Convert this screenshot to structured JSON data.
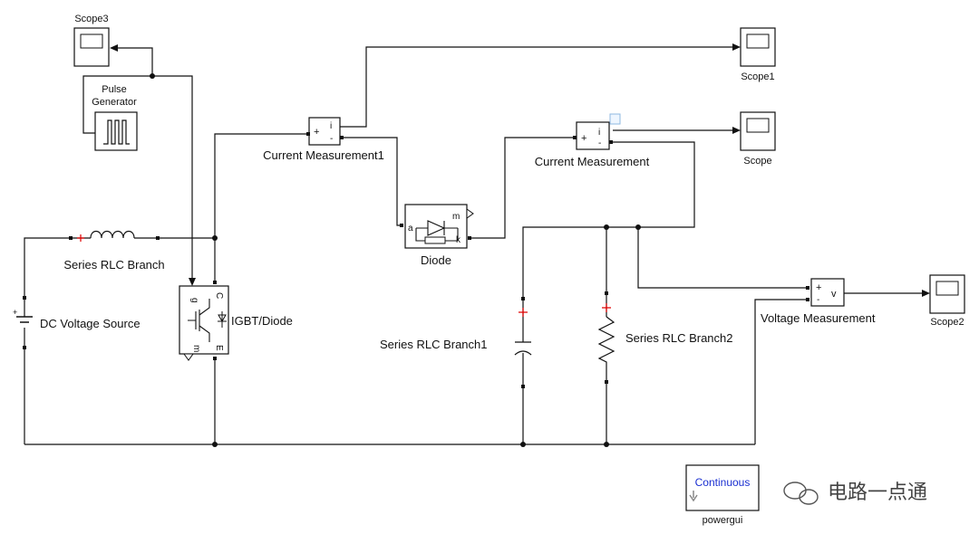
{
  "blocks": {
    "scope3": "Scope3",
    "pulse_generator": [
      "Pulse",
      "Generator"
    ],
    "scope1": "Scope1",
    "scope": "Scope",
    "scope2": "Scope2",
    "current_measurement1": "Current Measurement1",
    "current_measurement": "Current Measurement",
    "diode": "Diode",
    "series_rlc_branch": "Series RLC Branch",
    "series_rlc_branch1": "Series RLC Branch1",
    "series_rlc_branch2": "Series RLC Branch2",
    "dc_voltage_source": "DC Voltage Source",
    "igbt_diode": "IGBT/Diode",
    "voltage_measurement": "Voltage Measurement",
    "powergui": "powergui",
    "powergui_mode": "Continuous"
  },
  "port_labels": {
    "plus": "+",
    "minus": "-",
    "i": "i",
    "v": "v",
    "a": "a",
    "k": "k",
    "m": "m",
    "g": "g",
    "C": "C",
    "E": "E"
  },
  "watermark": "电路一点通",
  "colors": {
    "wire": "#111111",
    "polarity_mark": "#e00000",
    "powergui_text": "#1a2fd1"
  }
}
